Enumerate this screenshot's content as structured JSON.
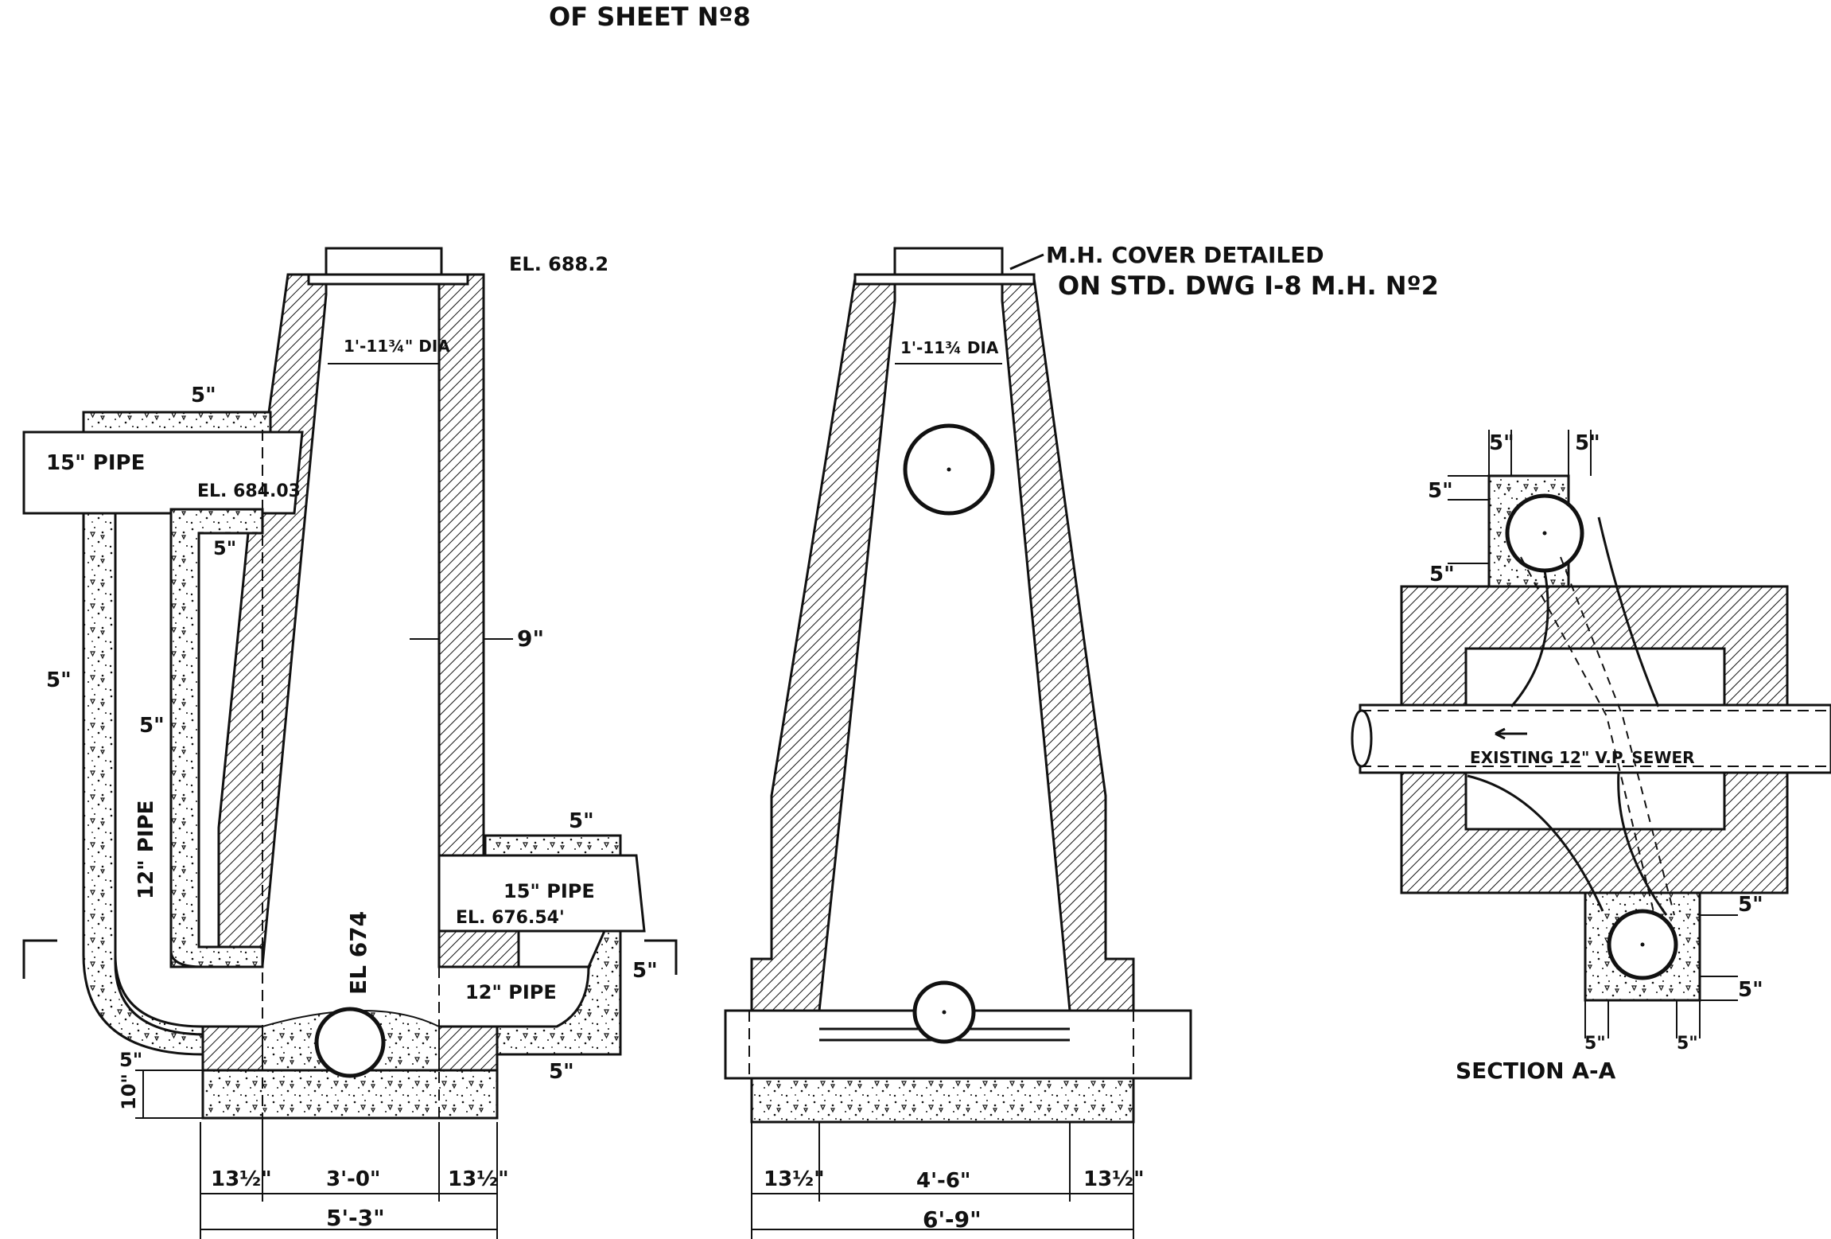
{
  "header": {
    "title": "OF SHEET Nº8"
  },
  "side_section": {
    "el_top": "EL. 688.2",
    "throat_dia": "1'-11¾\" DIA",
    "pipe_top_thk": "5\"",
    "pipe_15_upper": "15\" PIPE",
    "el_684": "EL. 684.03",
    "inner_thk": "5\"",
    "wall_thk_outer": "5\"",
    "wall_thk_inner": "5\"",
    "wall_9": "9\"",
    "pipe_12_vertical": "12\" PIPE",
    "el_674": "EL 674",
    "pipe_top_thk_right": "5\"",
    "pipe_15_right": "15\" PIPE",
    "el_676": "EL. 676.54'",
    "pipe_12_right": "12\" PIPE",
    "right_thk": "5\"",
    "bottom_thk_left": "5\"",
    "bottom_thk_right": "5\"",
    "base_thk": "10\"",
    "dim_left": "13½\"",
    "dim_mid": "3'-0\"",
    "dim_right": "13½\"",
    "dim_total": "5'-3\""
  },
  "front_section": {
    "cover_note_line1": "M.H. COVER DETAILED",
    "cover_note_line2": "ON STD. DWG I-8 M.H. Nº2",
    "throat_dia": "1'-11¾ DIA",
    "dim_left": "13½\"",
    "dim_mid": "4'-6\"",
    "dim_right": "13½\"",
    "dim_total": "6'-9\""
  },
  "plan_section": {
    "top_left": "5\"",
    "top_right": "5\"",
    "side_top": "5\"",
    "side_mid": "5\"",
    "sewer_label": "EXISTING 12\" V.P. SEWER",
    "right_upper": "5\"",
    "right_lower": "5\"",
    "bottom_left": "5\"",
    "bottom_right": "5\"",
    "title": "SECTION A-A"
  }
}
